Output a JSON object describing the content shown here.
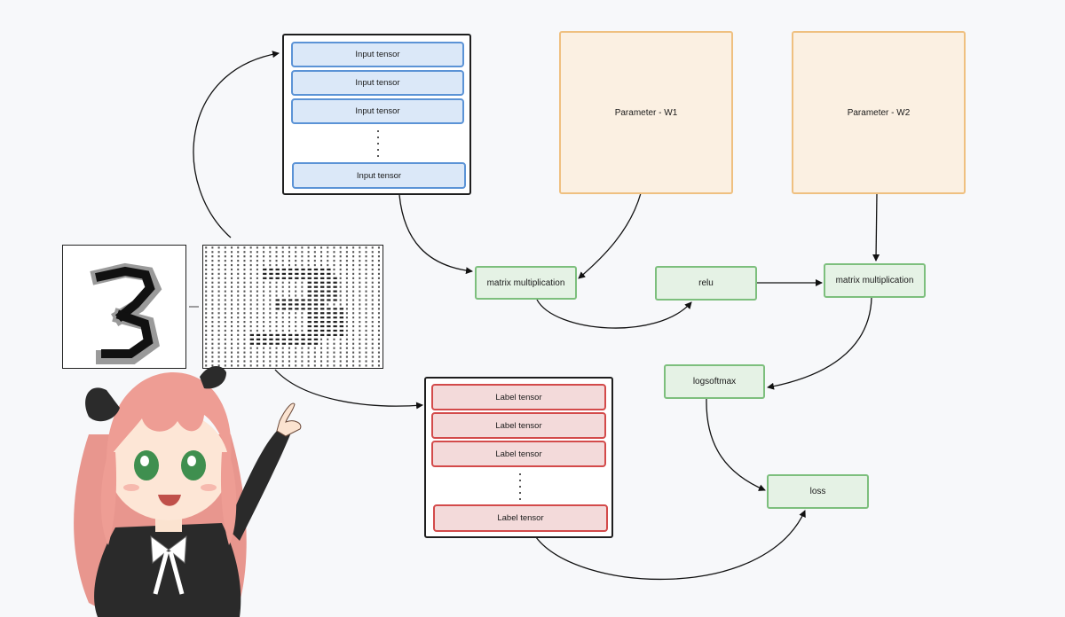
{
  "input_stack": {
    "items": [
      "Input tensor",
      "Input tensor",
      "Input tensor",
      "Input tensor"
    ]
  },
  "label_stack": {
    "items": [
      "Label tensor",
      "Label tensor",
      "Label tensor",
      "Label tensor"
    ]
  },
  "parameters": {
    "w1": "Parameter - W1",
    "w2": "Parameter - W2"
  },
  "operations": {
    "matmul1": "matrix multiplication",
    "relu": "relu",
    "matmul2": "matrix multiplication",
    "logsoftmax": "logsoftmax",
    "loss": "loss"
  },
  "digit_image": {
    "depicts": "handwritten digit 3"
  },
  "colors": {
    "input_fill": "#dbe8f8",
    "input_border": "#5b93d6",
    "label_fill": "#f3dada",
    "label_border": "#d34a4a",
    "param_fill": "#fbf0e2",
    "param_border": "#efc080",
    "op_fill": "#e5f2e5",
    "op_border": "#7dbf7d"
  }
}
